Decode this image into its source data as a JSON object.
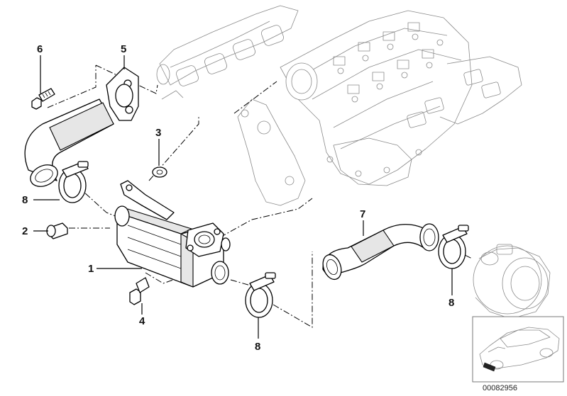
{
  "diagram": {
    "callouts": [
      {
        "label": "1"
      },
      {
        "label": "2"
      },
      {
        "label": "3"
      },
      {
        "label": "4"
      },
      {
        "label": "5"
      },
      {
        "label": "6"
      },
      {
        "label": "7"
      },
      {
        "label": "8"
      },
      {
        "label": "8"
      },
      {
        "label": "8"
      }
    ],
    "reference_number": "00082956"
  }
}
